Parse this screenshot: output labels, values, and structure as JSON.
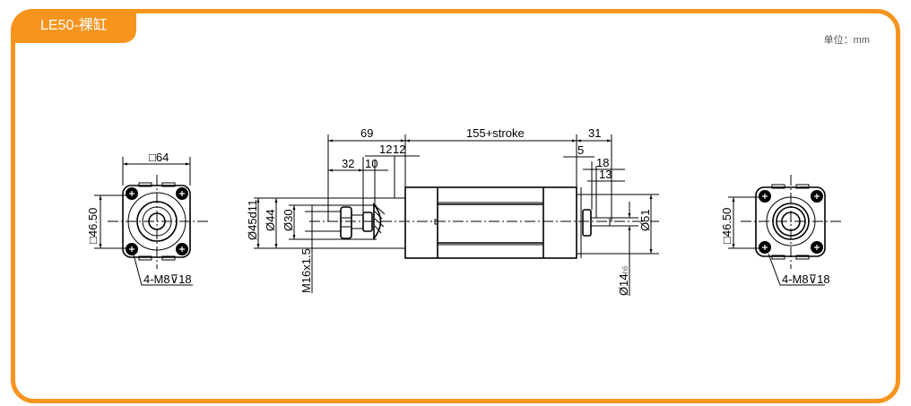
{
  "header": {
    "title": "LE50-裸缸",
    "unit": "单位：mm"
  },
  "colors": {
    "accent": "#f7941d"
  },
  "drawing": {
    "front_view": {
      "width": "□64",
      "bolt_pitch": "□46.50",
      "holes": "4-M8⊽18"
    },
    "side_view": {
      "dim_69": "69",
      "dim_body": "155+stroke",
      "dim_31": "31",
      "dim_12a": "12",
      "dim_12b": "12",
      "dim_32": "32",
      "dim_10": "10",
      "dim_5": "5",
      "dim_18": "18",
      "dim_13": "13",
      "dia_45": "Ø45d11",
      "dia_44": "Ø44",
      "dia_30": "Ø30",
      "thread": "M16x1.5",
      "dia_51": "Ø51",
      "dia_14": "Ø14",
      "dia_14_tol": "h6"
    },
    "rear_view": {
      "bolt_pitch": "□46.50",
      "holes": "4-M8⊽18"
    }
  }
}
